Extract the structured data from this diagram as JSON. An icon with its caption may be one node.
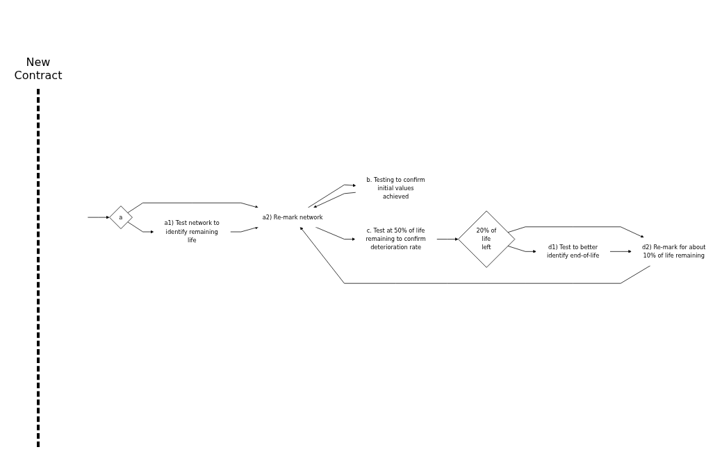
{
  "diagram": {
    "nodes": [
      {
        "text": [
          "a"
        ]
      },
      {
        "text": [
          "a2) Re-mark network"
        ]
      },
      {
        "text": [
          "a1) Test network to identify remaining life"
        ]
      },
      {
        "text": [
          "b. Testing to confirm initial values achieved"
        ]
      },
      {
        "text": [
          "c. Test at 50% of life remaining to confirm deterioration rate"
        ]
      },
      {
        "text": [
          "20% of life left"
        ]
      },
      {
        "text": [
          "d2) Re-mark for about 10% of life remaining"
        ]
      },
      {
        "text": [
          "d1) Test to better identify end-of-life"
        ]
      }
    ],
    "edges": [
      {
        "from": null,
        "to": 0,
        "arrow": "to"
      },
      {
        "from": 0,
        "to": 1,
        "arrow": "to"
      },
      {
        "from": 0,
        "to": 2,
        "arrow": "to"
      },
      {
        "from": 2,
        "to": 1,
        "arrow": "to"
      },
      {
        "from": 1,
        "to": 3,
        "arrow": "to"
      },
      {
        "from": 3,
        "to": 1,
        "arrow": "to"
      },
      {
        "from": 1,
        "to": 4,
        "arrow": "to"
      },
      {
        "from": 4,
        "to": 5,
        "arrow": "to"
      },
      {
        "from": 5,
        "to": 6,
        "arrow": "to"
      },
      {
        "from": 5,
        "to": 7,
        "arrow": "to"
      },
      {
        "from": 7,
        "to": 6,
        "arrow": "to"
      },
      {
        "from": 6,
        "to": 1,
        "arrow": "to"
      }
    ],
    "labels": [
      "New Contract"
    ]
  }
}
